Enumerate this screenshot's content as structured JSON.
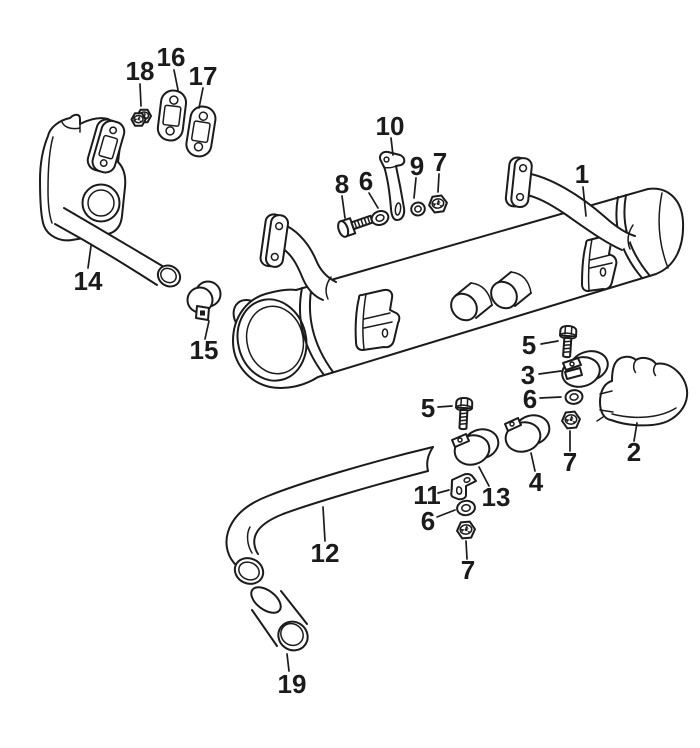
{
  "style": {
    "background": "#ffffff",
    "line_color": "#1b1b1b",
    "label_color": "#1b1b1b"
  },
  "callouts": [
    {
      "text": "1"
    },
    {
      "text": "2"
    },
    {
      "text": "3"
    },
    {
      "text": "4"
    },
    {
      "text": "5"
    },
    {
      "text": "5"
    },
    {
      "text": "6"
    },
    {
      "text": "6"
    },
    {
      "text": "6"
    },
    {
      "text": "7"
    },
    {
      "text": "7"
    },
    {
      "text": "7"
    },
    {
      "text": "8"
    },
    {
      "text": "9"
    },
    {
      "text": "10"
    },
    {
      "text": "11"
    },
    {
      "text": "12"
    },
    {
      "text": "13"
    },
    {
      "text": "14"
    },
    {
      "text": "15"
    },
    {
      "text": "16"
    },
    {
      "text": "17"
    },
    {
      "text": "18"
    },
    {
      "text": "19"
    }
  ]
}
